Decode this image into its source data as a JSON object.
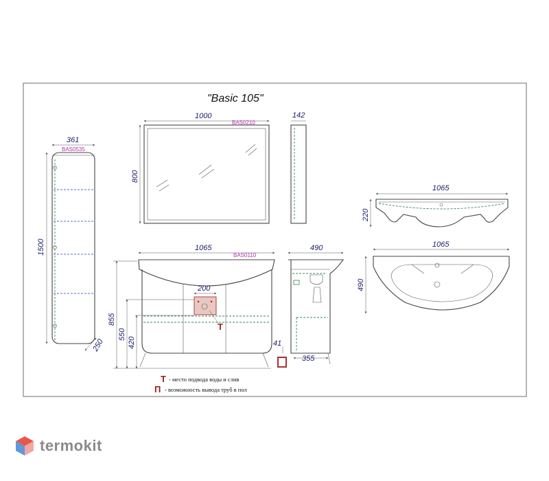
{
  "title": "\"Basic 105\"",
  "codes": {
    "cabinet": "BAS0535",
    "mirror": "BAS0210",
    "vanity": "BAS0110"
  },
  "dims": {
    "cabinet_width": "361",
    "cabinet_height": "1500",
    "cabinet_depth": "250",
    "mirror_width": "1000",
    "mirror_height": "800",
    "mirror_depth": "142",
    "vanity_width": "1065",
    "vanity_height": "855",
    "outlet_width": "200",
    "outlet_h1": "550",
    "outlet_h2": "420",
    "side_depth": "490",
    "side_41": "41",
    "side_355": "355",
    "basin_front_width": "1065",
    "basin_front_height": "220",
    "basin_top_width": "1065",
    "basin_top_depth": "490"
  },
  "legend": {
    "t_symbol": "Т",
    "t_text": "- место подвода воды и слив",
    "p_symbol": "П",
    "p_text": "- возможность вывода труб в пол"
  },
  "brand": {
    "name": "termokit",
    "accent": "#e8574a",
    "secondary": "#4f8fd6"
  }
}
